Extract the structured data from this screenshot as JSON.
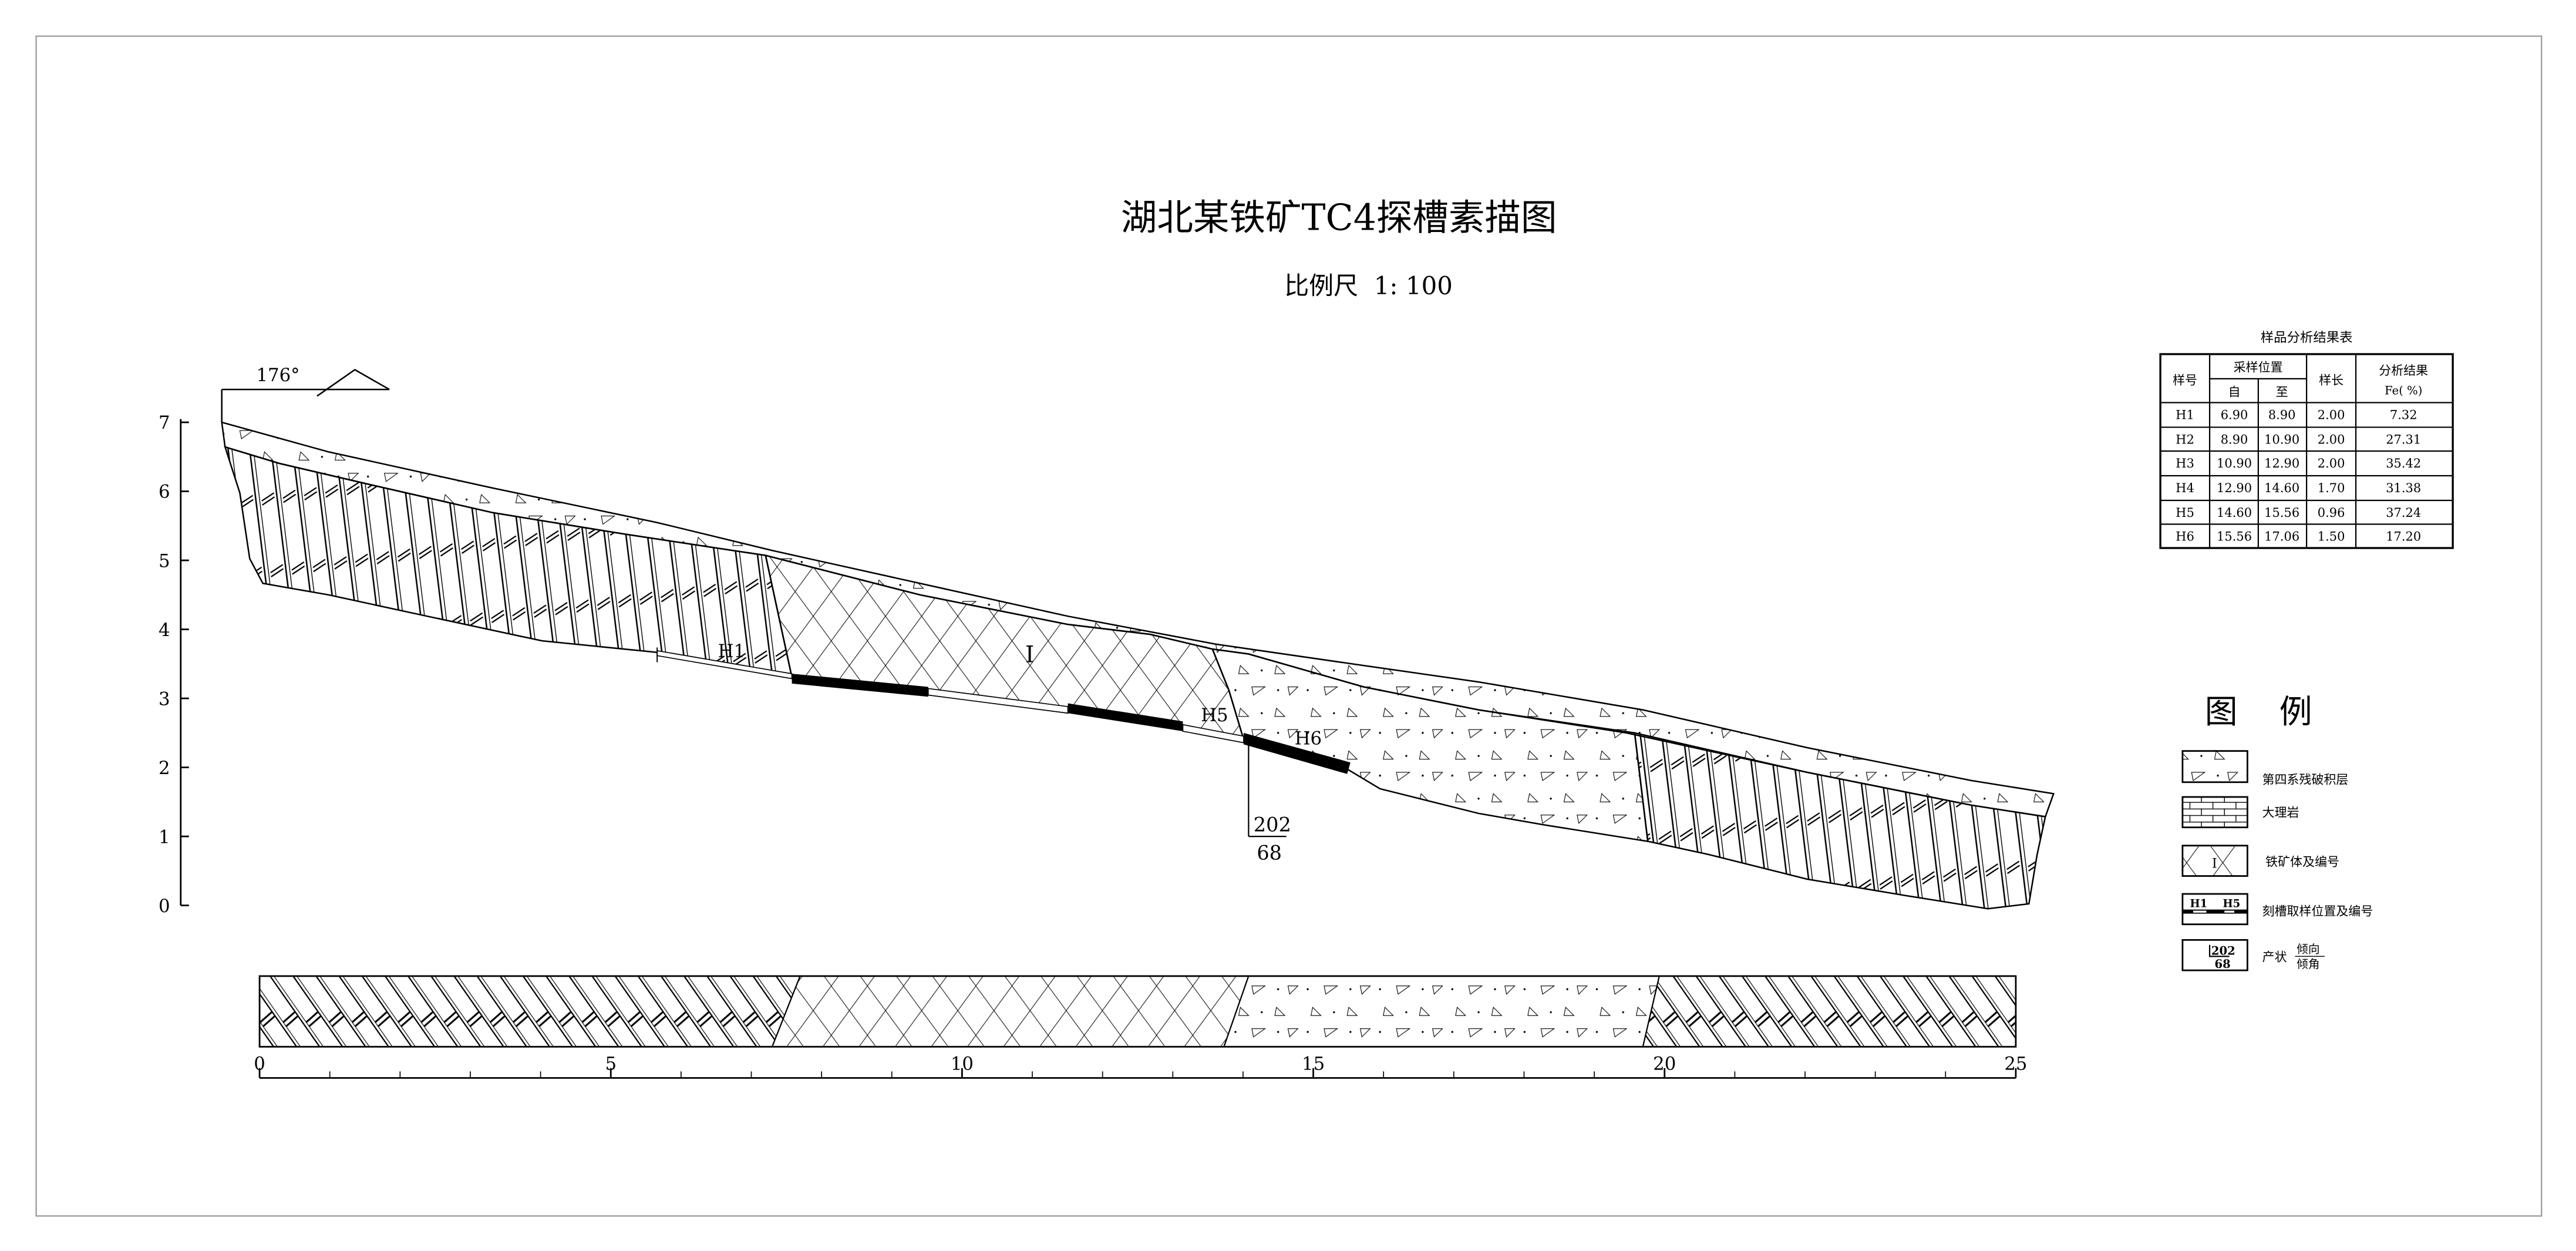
{
  "title": "湖北某铁矿TC4探槽素描图",
  "scale_label": "比例尺  1: 100",
  "azimuth_label": "176°",
  "y_axis_ticks": [
    "0",
    "1",
    "2",
    "3",
    "4",
    "5",
    "6",
    "7"
  ],
  "x_axis_ticks": [
    "0",
    "5",
    "10",
    "15",
    "20",
    "25"
  ],
  "section_labels": {
    "h1": "H1",
    "h5": "H5",
    "h6": "H6",
    "ore_id": "I",
    "dip_direction": "202",
    "dip_angle": "68"
  },
  "sample_table": {
    "title": "样品分析结果表",
    "headers": {
      "sample_no": "样号",
      "position": "采样位置",
      "from": "自",
      "to": "至",
      "length": "样长",
      "result": "分析结果",
      "result_unit": "Fe( %)"
    },
    "rows": [
      {
        "id": "H1",
        "from": "6.90",
        "to": "8.90",
        "length": "2.00",
        "fe": "7.32"
      },
      {
        "id": "H2",
        "from": "8.90",
        "to": "10.90",
        "length": "2.00",
        "fe": "27.31"
      },
      {
        "id": "H3",
        "from": "10.90",
        "to": "12.90",
        "length": "2.00",
        "fe": "35.42"
      },
      {
        "id": "H4",
        "from": "12.90",
        "to": "14.60",
        "length": "1.70",
        "fe": "31.38"
      },
      {
        "id": "H5",
        "from": "14.60",
        "to": "15.56",
        "length": "0.96",
        "fe": "37.24"
      },
      {
        "id": "H6",
        "from": "15.56",
        "to": "17.06",
        "length": "1.50",
        "fe": "17.20"
      }
    ]
  },
  "legend": {
    "title": "图    例",
    "items": [
      {
        "label": "第四系残破积层"
      },
      {
        "label": "大理岩"
      },
      {
        "label": "铁矿体及编号",
        "symbol": "I"
      },
      {
        "label": "刻槽取样位置及编号",
        "symbol_left": "H1",
        "symbol_right": "H5"
      },
      {
        "label": "产状",
        "symbol_top": "202",
        "symbol_bottom": "68",
        "frac_top": "倾向",
        "frac_bottom": "倾角"
      }
    ]
  }
}
